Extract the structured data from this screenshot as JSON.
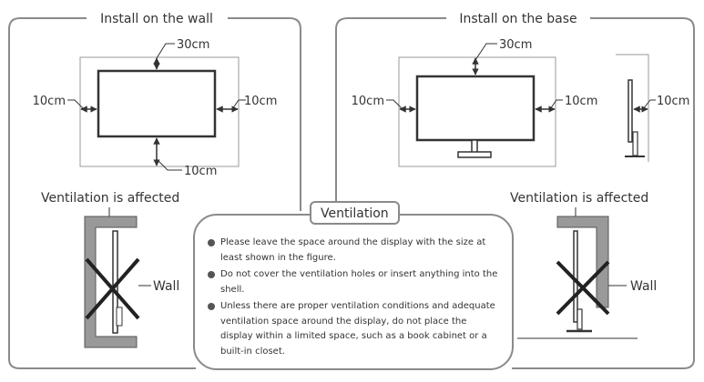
{
  "left_panel": {
    "title": "Install on the wall",
    "top_gap": "30cm",
    "left_gap": "10cm",
    "right_gap": "10cm",
    "bottom_gap": "10cm",
    "warning": "Ventilation is affected",
    "wall_label": "Wall"
  },
  "right_panel": {
    "title": "Install on the base",
    "top_gap": "30cm",
    "left_gap": "10cm",
    "right_gap": "10cm",
    "side_gap": "10cm",
    "warning": "Ventilation is affected",
    "wall_label": "Wall"
  },
  "callout": {
    "title": "Ventilation",
    "bullets": [
      "Please leave the space around the display with the size at least shown in the figure.",
      "Do not cover the ventilation holes or insert anything into the shell.",
      "Unless there are proper ventilation conditions and adequate ventilation space around the display, do not place the display within a limited space, such as a book cabinet or a built-in closet."
    ]
  },
  "colors": {
    "frame": "#8a8a8a",
    "dark": "#333333",
    "zone": "#999999"
  }
}
